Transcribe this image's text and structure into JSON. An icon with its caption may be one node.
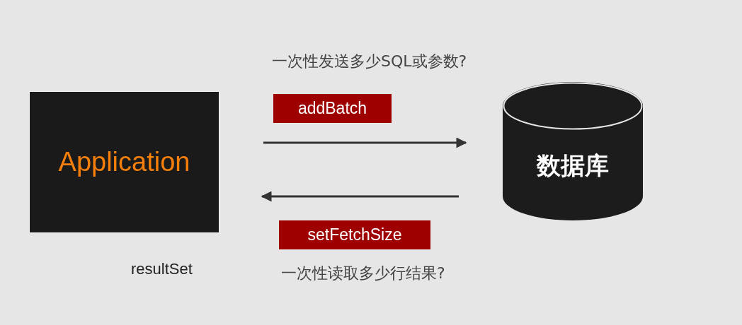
{
  "diagram": {
    "nodes": [
      {
        "text": [
          "Application"
        ],
        "beside": [
          "resultSet"
        ]
      },
      {
        "text": [
          "数据库"
        ]
      }
    ],
    "edges": [
      {
        "from": 0,
        "to": 1,
        "arrow": "to",
        "label": "addBatch"
      },
      {
        "from": 1,
        "to": 0,
        "arrow": "to",
        "label": "setFetchSize"
      }
    ],
    "labels": [
      "一次性发送多少SQL或参数?",
      "一次性读取多少行结果?"
    ]
  }
}
